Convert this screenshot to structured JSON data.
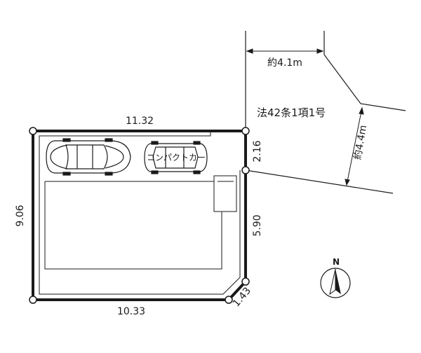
{
  "site": {
    "dims": {
      "top": "11.32",
      "left": "9.06",
      "bottom": "10.33",
      "corner_cut": "1.43",
      "right_lower": "5.90",
      "right_upper": "2.16"
    },
    "parking_label": "コンパクトカー"
  },
  "road": {
    "label": "法42条1項1号",
    "width_top": "約4.1m",
    "width_right": "約4.4m"
  },
  "compass": {
    "north_label": "N"
  },
  "colors": {
    "line": "#1a1a1a",
    "background": "#ffffff"
  }
}
